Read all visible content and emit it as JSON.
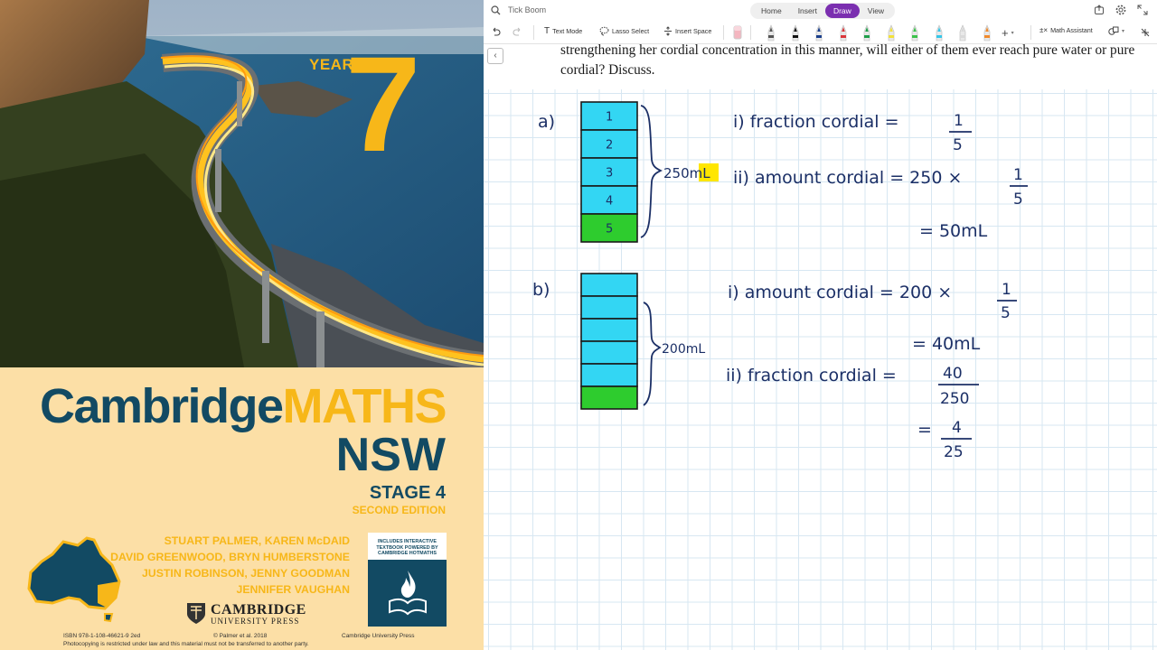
{
  "cover": {
    "year_label": "YEAR",
    "year_number": "7",
    "title_part1": "Cambridge",
    "title_part2": "MATHS",
    "region": "NSW",
    "stage": "STAGE 4",
    "edition": "SECOND EDITION",
    "authors": [
      "STUART PALMER, KAREN McDAID",
      "DAVID GREENWOOD, BRYN HUMBERSTONE",
      "JUSTIN ROBINSON, JENNY GOODMAN",
      "JENNIFER VAUGHAN"
    ],
    "publisher_name": "CAMBRIDGE",
    "publisher_sub": "UNIVERSITY PRESS",
    "badge_text": "INCLUDES INTERACTIVE TEXTBOOK POWERED BY CAMBRIDGE HOTMATHS",
    "isbn": "ISBN 978-1-108-46621-9 2ed",
    "copyright": "© Palmer et al. 2018",
    "press": "Cambridge University Press",
    "notice": "Photocopying is restricted under law and this material must not be transferred to another party.",
    "colors": {
      "navy": "#124a63",
      "gold": "#f7b719",
      "cream": "#fcdfa6"
    }
  },
  "app": {
    "title": "Tick Boom",
    "tabs": [
      "Home",
      "Insert",
      "Draw",
      "View"
    ],
    "active_tab": "Draw",
    "toolbar": {
      "text_mode": "Text Mode",
      "lasso_select": "Lasso Select",
      "insert_space": "Insert Space",
      "math_assistant": "Math Assistant"
    },
    "pen_colors": [
      "#555555",
      "#111111",
      "#1b3f8b",
      "#d9353a",
      "#1f9e4a",
      "#f2e13a",
      "#3cc24b",
      "#35c6e8",
      "#d9d9d9",
      "#f08a2c"
    ],
    "accent": "#7b2fb0"
  },
  "note": {
    "problem_text": "strengthening her cordial concentration in this manner, will either of them ever reach pure water or pure cordial? Discuss.",
    "part_a": {
      "label": "a)",
      "box_numbers": [
        "1",
        "2",
        "3",
        "4",
        "5"
      ],
      "volume": "250mL",
      "line1": "i) fraction cordial =",
      "line1_num": "1",
      "line1_den": "5",
      "line2": "ii) amount cordial = 250 ×",
      "line2_num": "1",
      "line2_den": "5",
      "line3": "= 50mL"
    },
    "part_b": {
      "label": "b)",
      "volume": "200mL",
      "line1": "i) amount cordial = 200 ×",
      "line1_num": "1",
      "line1_den": "5",
      "line2": "= 40mL",
      "line3": "ii) fraction cordial =",
      "line3_num": "40",
      "line3_den": "250",
      "line4": "=",
      "line4_num": "4",
      "line4_den": "25"
    },
    "colors": {
      "water": "#33d6f3",
      "cordial": "#2ecc2e",
      "ink": "#1b2f66",
      "highlight": "#ffe600"
    }
  }
}
